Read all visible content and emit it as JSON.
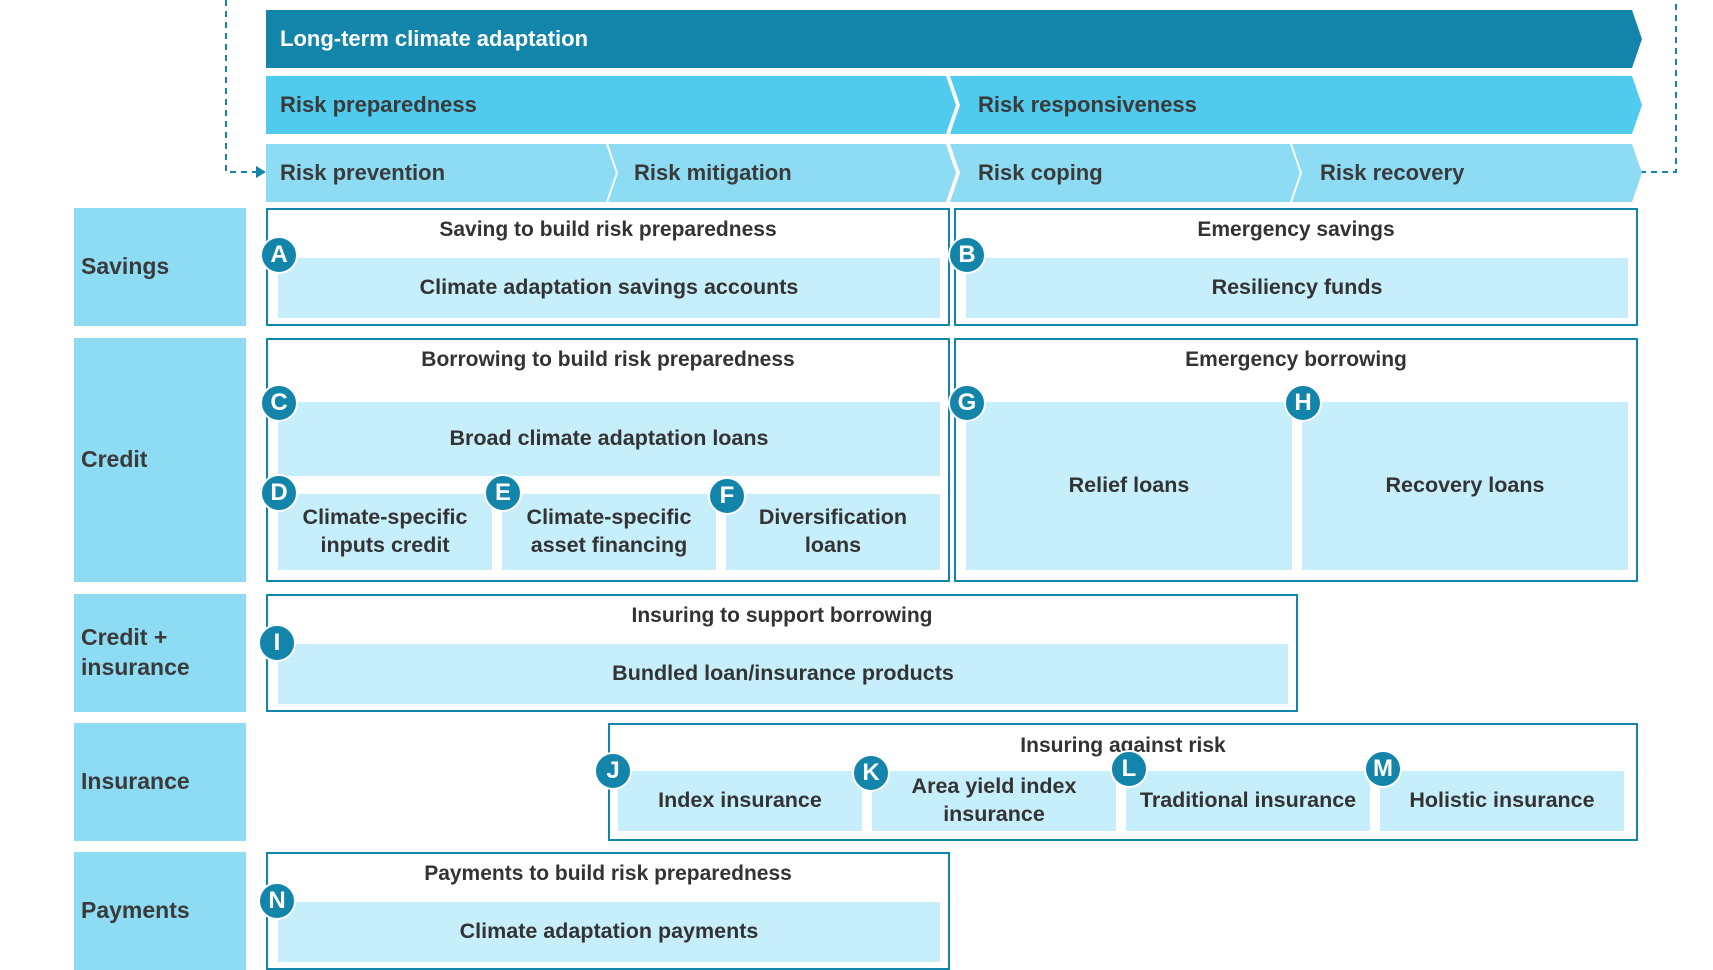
{
  "phases": {
    "top": "Long-term climate adaptation",
    "preparedness": "Risk preparedness",
    "responsiveness": "Risk responsiveness",
    "prevention": "Risk prevention",
    "mitigation": "Risk mitigation",
    "coping": "Risk coping",
    "recovery": "Risk recovery"
  },
  "rows": {
    "savings": "Savings",
    "credit": "Credit",
    "credit_insurance": "Credit +\ninsurance",
    "insurance": "Insurance",
    "payments": "Payments"
  },
  "groups": {
    "saving_prep": "Saving to build risk preparedness",
    "emergency_savings": "Emergency savings",
    "borrowing_prep": "Borrowing to build risk preparedness",
    "emergency_borrowing": "Emergency borrowing",
    "insuring_borrowing": "Insuring to support borrowing",
    "insuring_risk": "Insuring against risk",
    "payments_prep": "Payments to build risk preparedness"
  },
  "items": {
    "A": "Climate adaptation savings accounts",
    "B": "Resiliency funds",
    "C": "Broad climate adaptation loans",
    "D": "Climate-specific inputs credit",
    "E": "Climate-specific asset financing",
    "F": "Diversification loans",
    "G": "Relief loans",
    "H": "Recovery loans",
    "I": "Bundled loan/insurance products",
    "J": "Index insurance",
    "K": "Area yield index insurance",
    "L": "Traditional insurance",
    "M": "Holistic insurance",
    "N": "Climate adaptation payments"
  },
  "badges": {
    "A": "A",
    "B": "B",
    "C": "C",
    "D": "D",
    "E": "E",
    "F": "F",
    "G": "G",
    "H": "H",
    "I": "I",
    "J": "J",
    "K": "K",
    "L": "L",
    "M": "M",
    "N": "N"
  },
  "colors": {
    "dark_teal": "#1385aa",
    "mid_blue": "#50caed",
    "light_blue": "#8ddcf3",
    "pale_blue": "#c6eefb"
  }
}
